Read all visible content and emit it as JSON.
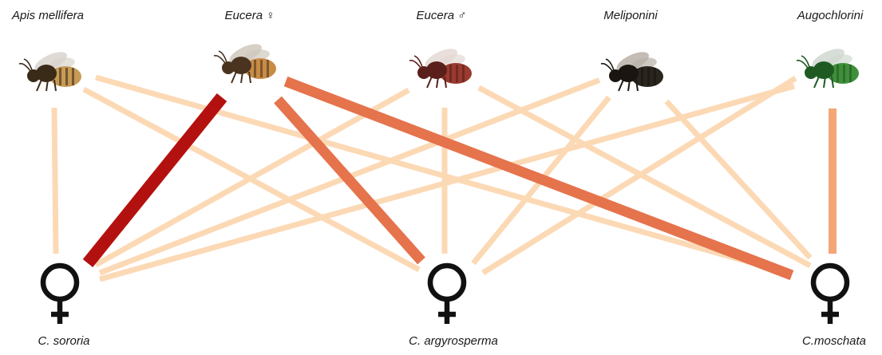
{
  "pollinators": [
    {
      "id": "apis",
      "label": "Apis mellifera",
      "body": "#c79a55",
      "dark": "#3a2a18",
      "wing": "#d8d4cc"
    },
    {
      "id": "eucera_f",
      "label": "Eucera ♀",
      "body": "#c98c45",
      "dark": "#4a3420",
      "wing": "#cfc8bc"
    },
    {
      "id": "eucera_m",
      "label": "Eucera ♂",
      "body": "#9a3a30",
      "dark": "#5a1f1a",
      "wing": "#e4d8d4"
    },
    {
      "id": "meliponini",
      "label": "Meliponini",
      "body": "#2b2520",
      "dark": "#1a1510",
      "wing": "#b8b2a8"
    },
    {
      "id": "augochlorini",
      "label": "Augochlorini",
      "body": "#3f8f3a",
      "dark": "#1f5a22",
      "wing": "#d0d8d0"
    }
  ],
  "plants": [
    {
      "id": "sororia",
      "label": "C. sororia"
    },
    {
      "id": "argyrosperma",
      "label": "C. argyrosperma"
    },
    {
      "id": "moschata",
      "label": "C.moschata"
    }
  ],
  "interaction_levels": {
    "weak": "#fcd9b5",
    "moderate": "#f4a679",
    "strong": "#e5734c",
    "very_strong": "#b3110f"
  },
  "links": [
    {
      "bee": "apis",
      "plant": "sororia",
      "level": "weak"
    },
    {
      "bee": "apis",
      "plant": "argyrosperma",
      "level": "weak"
    },
    {
      "bee": "apis",
      "plant": "moschata",
      "level": "weak"
    },
    {
      "bee": "eucera_f",
      "plant": "sororia",
      "level": "very_strong"
    },
    {
      "bee": "eucera_f",
      "plant": "argyrosperma",
      "level": "strong"
    },
    {
      "bee": "eucera_f",
      "plant": "moschata",
      "level": "strong"
    },
    {
      "bee": "eucera_m",
      "plant": "sororia",
      "level": "weak"
    },
    {
      "bee": "eucera_m",
      "plant": "argyrosperma",
      "level": "weak"
    },
    {
      "bee": "eucera_m",
      "plant": "moschata",
      "level": "weak"
    },
    {
      "bee": "meliponini",
      "plant": "sororia",
      "level": "weak"
    },
    {
      "bee": "meliponini",
      "plant": "argyrosperma",
      "level": "weak"
    },
    {
      "bee": "meliponini",
      "plant": "moschata",
      "level": "weak"
    },
    {
      "bee": "augochlorini",
      "plant": "sororia",
      "level": "weak"
    },
    {
      "bee": "augochlorini",
      "plant": "argyrosperma",
      "level": "weak"
    },
    {
      "bee": "augochlorini",
      "plant": "moschata",
      "level": "moderate"
    }
  ],
  "symbol_color": "#111111"
}
